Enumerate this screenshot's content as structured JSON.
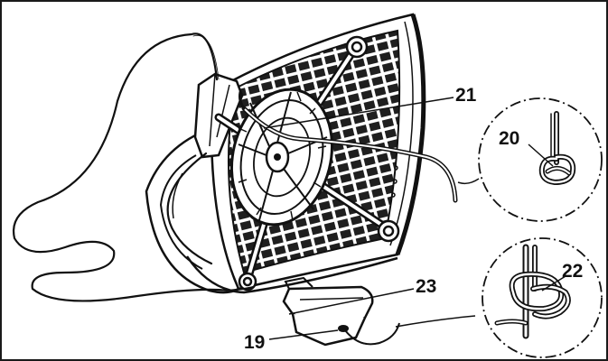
{
  "diagram": {
    "callouts": [
      {
        "id": "c21",
        "label": "21"
      },
      {
        "id": "c20",
        "label": "20"
      },
      {
        "id": "c22",
        "label": "22"
      },
      {
        "id": "c23",
        "label": "23"
      },
      {
        "id": "c19",
        "label": "19"
      }
    ],
    "colors": {
      "ink": "#111111",
      "grille": "#1f1f1f",
      "panel": "#ffffff",
      "frame": "#1a1a1a"
    }
  }
}
